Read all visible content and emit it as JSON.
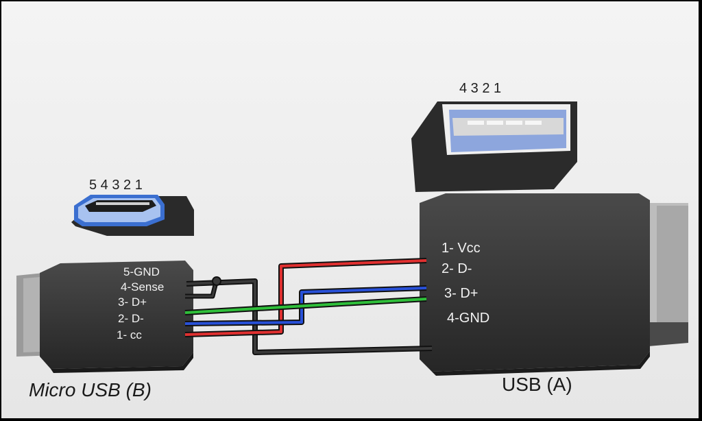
{
  "micro_usb": {
    "title": "Micro USB (B)",
    "pin_numbers": "5 4 3 2 1",
    "pins": [
      "5-GND",
      "4-Sense",
      "3- D+",
      "2- D-",
      "1-   cc"
    ]
  },
  "usb_a": {
    "title": "USB (A)",
    "pin_numbers": "4 3 2 1",
    "pins": [
      "1- Vcc",
      "2- D-",
      "3- D+",
      "4-GND"
    ]
  },
  "colors": {
    "wire_vcc": "#e03030",
    "wire_d_minus": "#f2f2f2",
    "wire_d_plus": "#2fbf3a",
    "wire_gnd": "#2d2d2d",
    "wire_blue": "#2850d8",
    "port_insert": "#8fa7e0",
    "connector_body": "#2c2c2c"
  }
}
